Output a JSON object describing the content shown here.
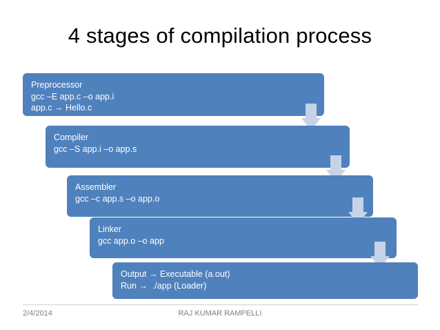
{
  "slide": {
    "title": "4 stages of compilation process",
    "stages": [
      {
        "name": "preprocessor",
        "lines": [
          "Preprocessor",
          "gcc –E app.c –o app.i",
          "app.c → Hello.c"
        ]
      },
      {
        "name": "compiler",
        "lines": [
          "Compiler",
          "gcc –S app.i –o app.s"
        ]
      },
      {
        "name": "assembler",
        "lines": [
          "Assembler",
          "gcc –c app.s –o app.o"
        ]
      },
      {
        "name": "linker",
        "lines": [
          "Linker",
          "gcc app.o –o app"
        ]
      },
      {
        "name": "output",
        "lines": [
          "Output → Executable (a.out)",
          "Run →  ./app (Loader)"
        ]
      }
    ],
    "footer": {
      "date": "2/4/2014",
      "center": "RAJ KUMAR RAMPELLI"
    },
    "colors": {
      "bar": "#4f81bd",
      "arrow": "#c6d3e6",
      "title_text": "#000000",
      "bar_text": "#ffffff",
      "footer_text": "#808080"
    }
  }
}
